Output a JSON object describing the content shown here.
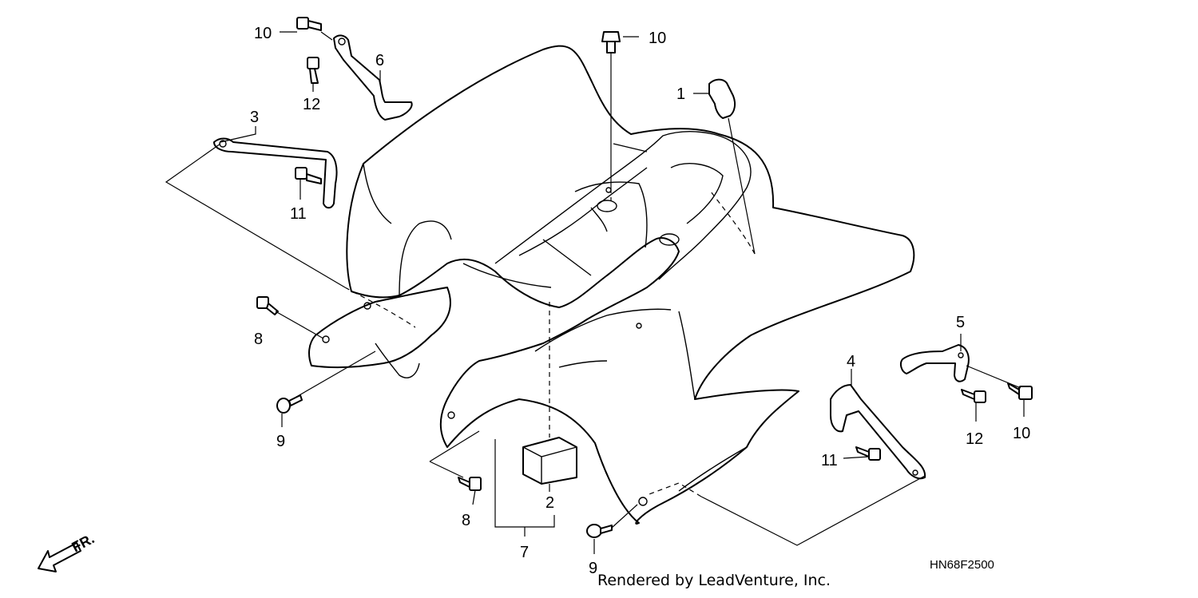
{
  "diagram": {
    "callouts": {
      "c1": "1",
      "c2": "2",
      "c3": "3",
      "c4": "4",
      "c5": "5",
      "c6": "6",
      "c7": "7",
      "c8a": "8",
      "c8b": "8",
      "c9a": "9",
      "c9b": "9",
      "c10a": "10",
      "c10b": "10",
      "c10c": "10",
      "c11a": "11",
      "c11b": "11",
      "c12a": "12",
      "c12b": "12"
    },
    "direction_label": "FR.",
    "diagram_code": "HN68F2500",
    "footer": "Rendered by LeadVenture, Inc."
  }
}
